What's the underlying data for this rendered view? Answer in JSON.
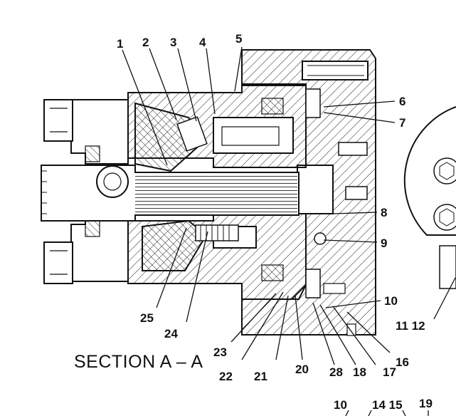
{
  "diagram": {
    "caption": "SECTION A – A",
    "callouts": [
      {
        "id": "c1",
        "text": "1"
      },
      {
        "id": "c2",
        "text": "2"
      },
      {
        "id": "c3",
        "text": "3"
      },
      {
        "id": "c4",
        "text": "4"
      },
      {
        "id": "c5",
        "text": "5"
      },
      {
        "id": "c6",
        "text": "6"
      },
      {
        "id": "c7",
        "text": "7"
      },
      {
        "id": "c8",
        "text": "8"
      },
      {
        "id": "c9",
        "text": "9"
      },
      {
        "id": "c10",
        "text": "10"
      },
      {
        "id": "c11_12",
        "text": "11 12"
      },
      {
        "id": "c16",
        "text": "16"
      },
      {
        "id": "c17",
        "text": "17"
      },
      {
        "id": "c18",
        "text": "18"
      },
      {
        "id": "c28",
        "text": "28"
      },
      {
        "id": "c20",
        "text": "20"
      },
      {
        "id": "c21",
        "text": "21"
      },
      {
        "id": "c22",
        "text": "22"
      },
      {
        "id": "c23",
        "text": "23"
      },
      {
        "id": "c24",
        "text": "24"
      },
      {
        "id": "c25",
        "text": "25"
      },
      {
        "id": "b10",
        "text": "10"
      },
      {
        "id": "b14_15",
        "text": "14 15"
      },
      {
        "id": "b19",
        "text": "19"
      }
    ]
  }
}
